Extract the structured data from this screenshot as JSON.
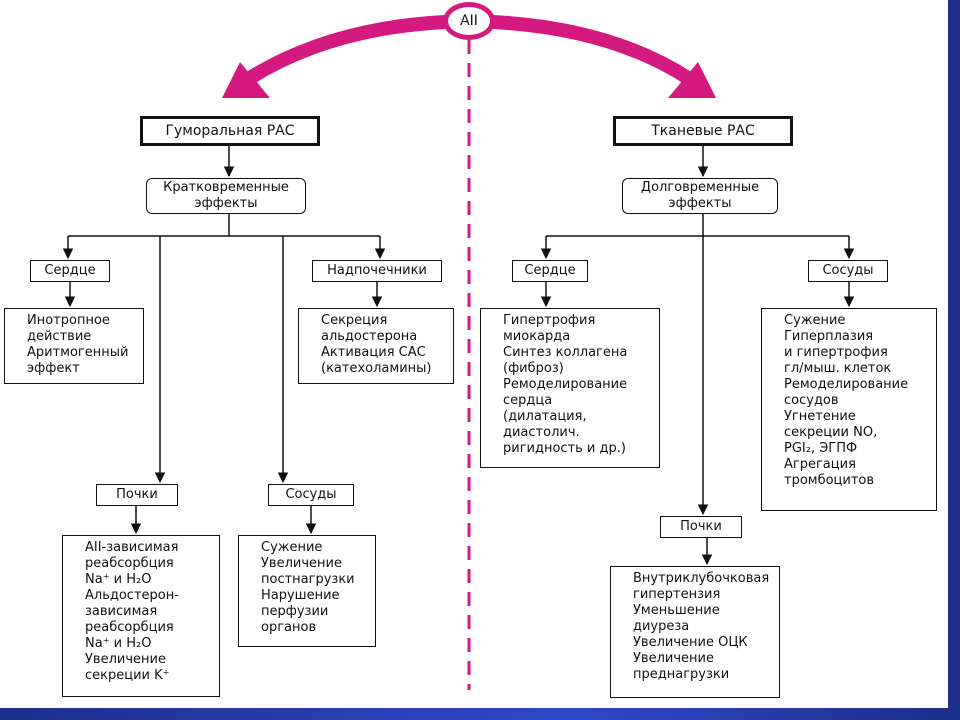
{
  "diagram": {
    "top_node": "AII",
    "left": {
      "title": "Гуморальная РАС",
      "effects_title": "Кратковременные\nэффекты",
      "heart": {
        "label": "Сердце",
        "effects": "Инотропное\nдействие\nАритмогенный\nэффект"
      },
      "adrenal": {
        "label": "Надпочечники",
        "effects": "Секреция\nальдостерона\nАктивация САС\n(катехоламины)"
      },
      "kidney": {
        "label": "Почки",
        "effects": "AII-зависимая\nреабсорбция\nNa⁺ и H₂O\nАльдостерон-\nзависимая\nреабсорбция\nNa⁺ и H₂O\nУвеличение\nсекреции K⁺"
      },
      "vessels": {
        "label": "Сосуды",
        "effects": "Сужение\nУвеличение\nпостнагрузки\nНарушение\nперфузии\nорганов"
      }
    },
    "right": {
      "title": "Тканевые РАС",
      "effects_title": "Долговременные\nэффекты",
      "heart": {
        "label": "Сердце",
        "effects": "Гипертрофия\nмиокарда\nСинтез коллагена\n(фиброз)\nРемоделирование\nсердца\n(дилатация,\nдиастолич.\nригидность и др.)"
      },
      "vessels": {
        "label": "Сосуды",
        "effects": "Сужение\nГиперплазия\nи гипертрофия\nгл/мыш. клеток\nРемоделирование\nсосудов\nУгнетение\nсекреции NO,\nPGI₂, ЭГПФ\nАгрегация\nтромбоцитов"
      },
      "kidney": {
        "label": "Почки",
        "effects": "Внутриклубочковая\nгипертензия\nУменьшение\nдиуреза\nУвеличение ОЦК\nУвеличение\nпреднагрузки"
      }
    },
    "colors": {
      "accent": "#d4197f",
      "edge": "#1f2f8c",
      "line": "#111111"
    }
  }
}
